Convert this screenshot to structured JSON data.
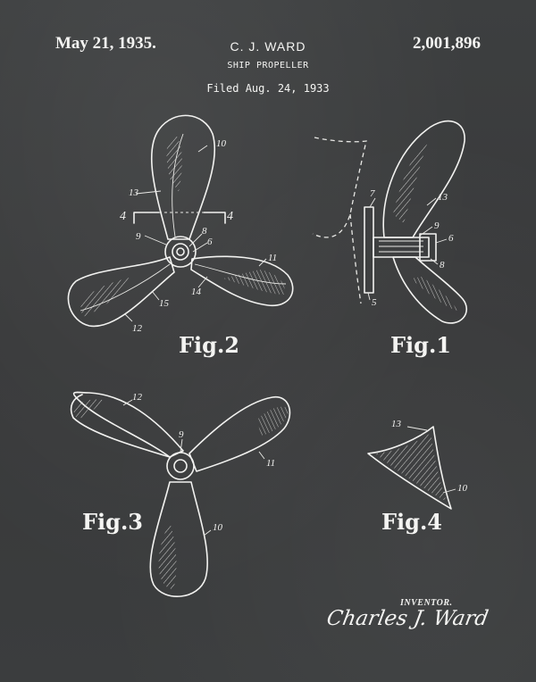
{
  "header": {
    "date": "May 21, 1935.",
    "inventor": "C. J. WARD",
    "title": "SHIP PROPELLER",
    "filed": "Filed Aug. 24, 1933",
    "patent_number": "2,001,896"
  },
  "figures": {
    "fig1": {
      "label": "Fig.1",
      "refs": [
        "7",
        "13",
        "9",
        "6",
        "8",
        "5"
      ]
    },
    "fig2": {
      "label": "Fig.2",
      "refs": [
        "10",
        "13",
        "4",
        "4",
        "9",
        "8",
        "6",
        "11",
        "14",
        "15",
        "12"
      ]
    },
    "fig3": {
      "label": "Fig.3",
      "refs": [
        "12",
        "9",
        "11",
        "10"
      ]
    },
    "fig4": {
      "label": "Fig.4",
      "refs": [
        "13",
        "10"
      ]
    }
  },
  "footer": {
    "inventor_caption": "INVENTOR.",
    "signature": "Charles J. Ward"
  },
  "colors": {
    "background": "#3a3c3d",
    "ink": "#f2f2f0"
  }
}
